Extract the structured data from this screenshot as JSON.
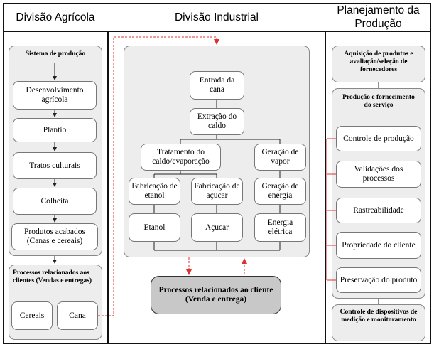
{
  "headers": {
    "agricola": "Divisão Agrícola",
    "industrial": "Divisão Industrial",
    "planejamento": "Planejamento da Produção"
  },
  "agricola": {
    "sistema_title": "Sistema de produção",
    "steps": [
      "Desenvolvimento agrícola",
      "Plantio",
      "Tratos culturais",
      "Colheita",
      "Produtos acabados (Canas e cereais)"
    ],
    "clientes_title": "Processos relacionados aos clientes (Vendas e entregas)",
    "cereais": "Cereais",
    "cana": "Cana"
  },
  "industrial": {
    "entrada": "Entrada da cana",
    "extracao": "Extração do caldo",
    "tratamento": "Tratamento do caldo/evaporação",
    "geracao_vapor": "Geração de vapor",
    "fab_etanol": "Fabricação de etanol",
    "fab_acucar": "Fabricação de açucar",
    "geracao_energia": "Geração de energia",
    "etanol": "Etanol",
    "acucar": "Açucar",
    "energia_eletrica": "Energia elétrica",
    "clientes": "Processos relacionados ao cliente (Venda e entrega)"
  },
  "planejamento": {
    "aquisicao": "Aquisição de produtos e avaliação/seleção de fornecedores",
    "servico_title": "Produção e fornecimento do serviço",
    "items": [
      "Controle de produção",
      "Validações dos processos",
      "Rastreabilidade",
      "Propriedade do cliente",
      "Preservação do produto"
    ],
    "controle": "Controle de dispositivos de medição e monitoramento"
  },
  "colors": {
    "arrow_red": "#e03030",
    "panel_bg": "#ededed",
    "dark_box": "#c8c8c8"
  }
}
